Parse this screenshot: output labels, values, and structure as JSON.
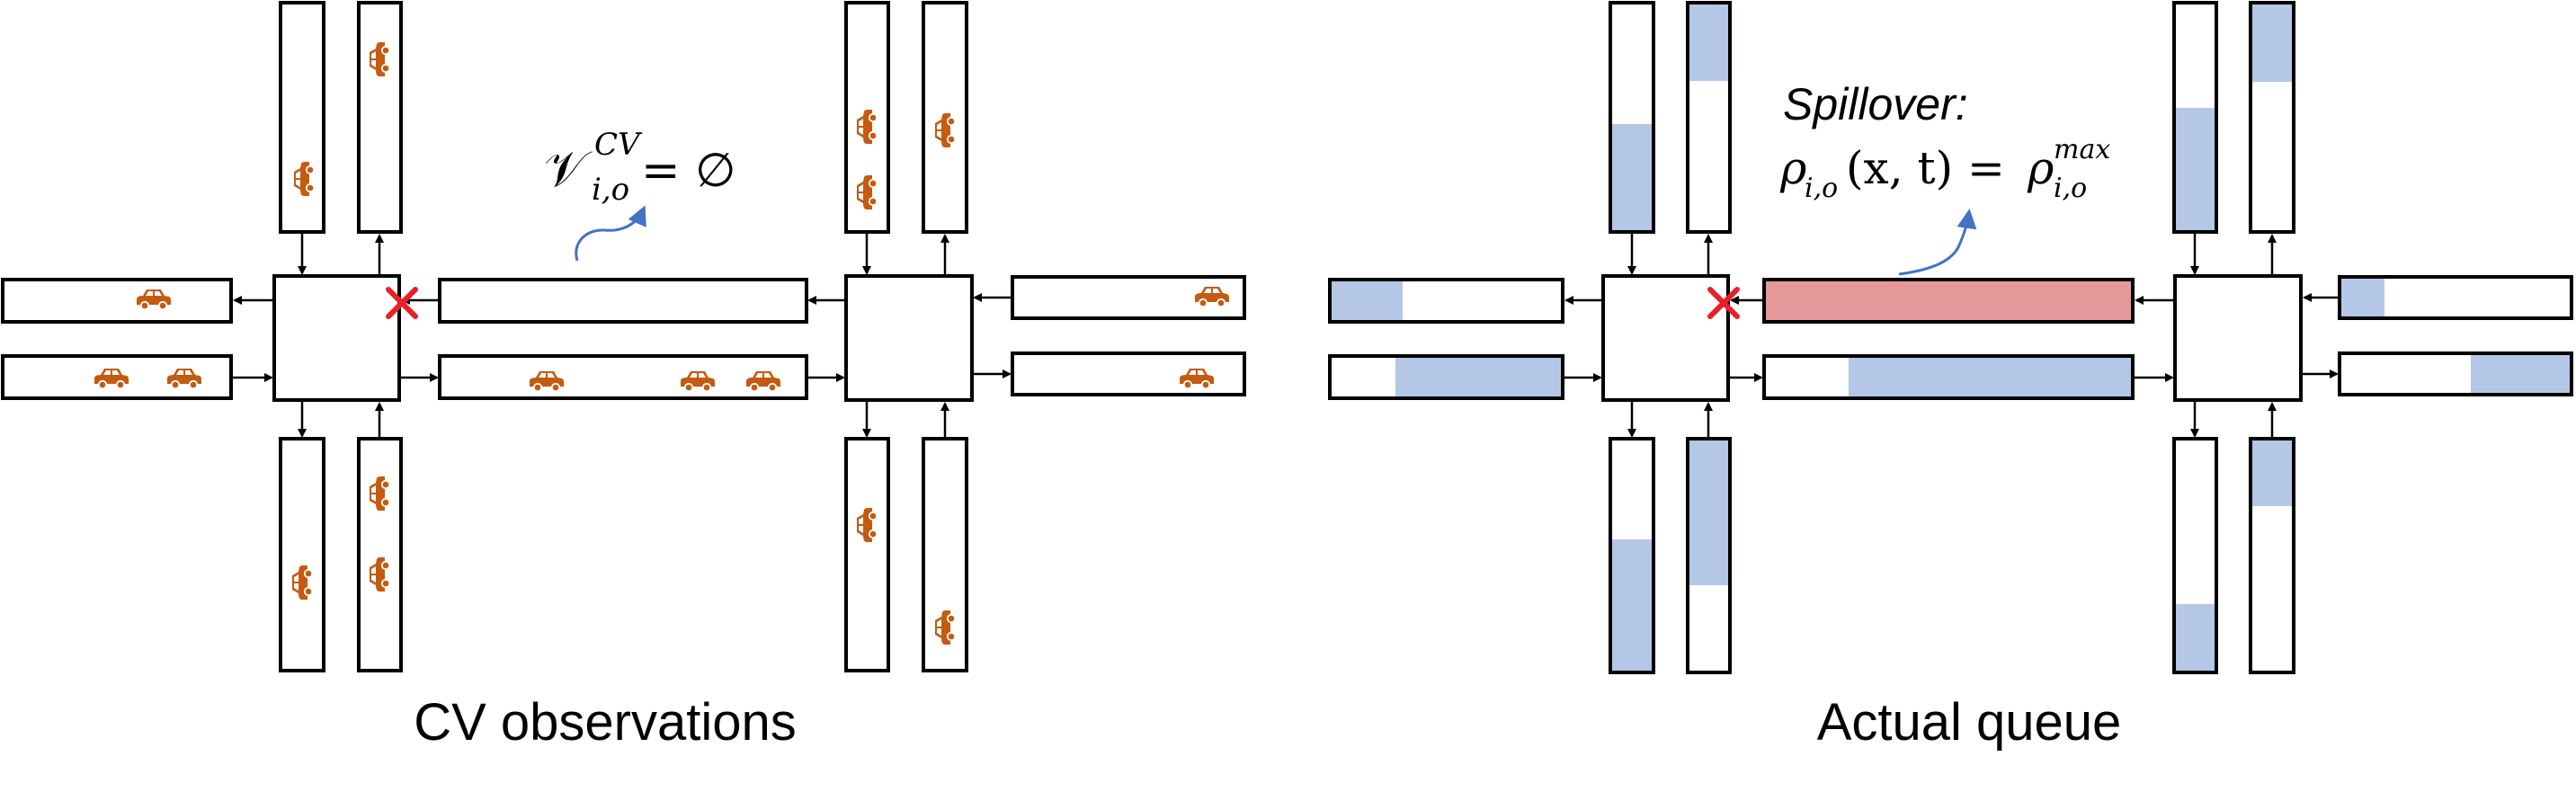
{
  "panels": {
    "left": {
      "caption": "CV observations",
      "annotation": {
        "main": "𝒱",
        "superscript": "CV",
        "subscript": "i,o",
        "rhs": "= ∅"
      }
    },
    "right": {
      "caption": "Actual queue",
      "annotation": {
        "line1": "Spillover:",
        "rho": "ρ",
        "sub_left": "i,o",
        "args": "(x, t) = ",
        "rho2": "ρ",
        "sup_right": "max",
        "sub_right": "i,o"
      }
    }
  },
  "colors": {
    "vehicle": "#C55A11",
    "queue": "#B4C7E7",
    "spillover": "#E6999B",
    "blocked_marker": "#E8202A",
    "annotation_arrow": "#4472C4",
    "outline": "#000000"
  },
  "icons": {
    "vehicle": "car-icon",
    "blocked": "x-mark-icon",
    "annotation_arrow": "curved-arrow-icon"
  }
}
